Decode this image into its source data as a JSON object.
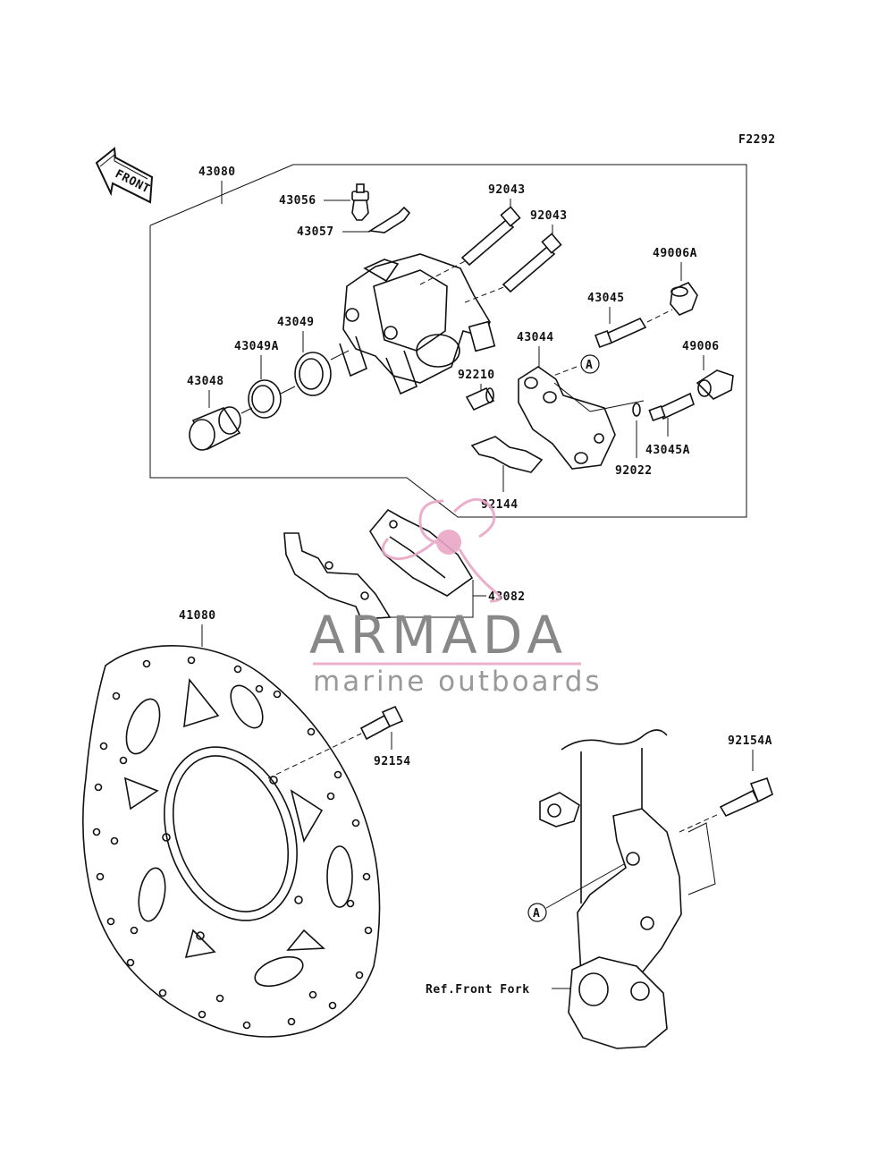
{
  "figure_code": "F2292",
  "front_arrow_label": "FRONT",
  "labels": {
    "p43080": "43080",
    "p43056": "43056",
    "p43057": "43057",
    "p92043a": "92043",
    "p92043b": "92043",
    "p49006A": "49006A",
    "p43045": "43045",
    "p43049": "43049",
    "p43049A": "43049A",
    "p43044": "43044",
    "p49006": "49006",
    "p43048": "43048",
    "p92210": "92210",
    "p43045A": "43045A",
    "p92022": "92022",
    "p92144": "92144",
    "p43082": "43082",
    "p41080": "41080",
    "p92154": "92154",
    "p92154A": "92154A",
    "refA1": "A",
    "refA2": "A",
    "ref_front_fork": "Ref.Front Fork"
  },
  "watermark": {
    "brand": "ARMADA",
    "tagline": "marine outboards",
    "logo_color": "#e9a6c6"
  }
}
